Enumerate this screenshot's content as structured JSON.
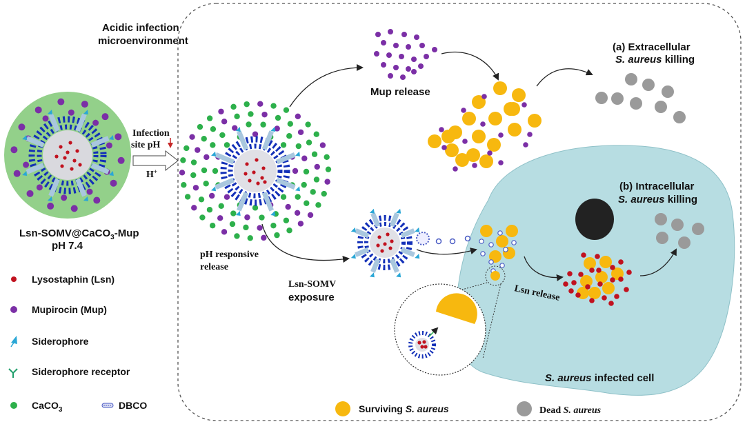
{
  "labels": {
    "acidic_line1": "Acidic infection",
    "acidic_line2": "microenvironment",
    "infection_line1": "Infection",
    "infection_line2": "site pH",
    "hplus": "H",
    "hplus_sup": "+",
    "particle_line1_a": "Lsn-SOMV@CaCO",
    "particle_line1_sub": "3",
    "particle_line1_b": "-Mup",
    "particle_line2": "pH 7.4",
    "mup_release": "Mup release",
    "extracellular_line1": "(a) Extracellular",
    "extracellular_line2_italic": "S. aureus",
    "extracellular_line2_rest": " killing",
    "intracellular_line1": "(b) Intracellular",
    "intracellular_line2_italic": "S. aureus",
    "intracellular_line2_rest": " killing",
    "ph_release_line1": "pH responsive",
    "ph_release_line2": "release",
    "lsn_somv_line1": "Lsn-SOMV",
    "lsn_somv_line2": "exposure",
    "lsn_release": "Lsn release",
    "infected_cell_italic": "S. aureus",
    "infected_cell_rest": " infected cell"
  },
  "legend": {
    "lysostaphin": "Lysostaphin (Lsn)",
    "mupirocin": "Mupirocin (Mup)",
    "siderophore": "Siderophore",
    "siderophore_receptor": "Siderophore receptor",
    "caco3_a": "CaCO",
    "caco3_sub": "3",
    "dbco": "DBCO",
    "surviving_a": "Surviving ",
    "surviving_italic": "S. aureus",
    "dead_a": "Dead ",
    "dead_italic": "S. aureus"
  },
  "colors": {
    "caco3_green": "#2db04b",
    "mupirocin_purple": "#7b2fa6",
    "lysostaphin_red": "#c1121f",
    "membrane_blue": "#1330b8",
    "siderophore_cyan": "#2aa7d6",
    "surviving_yellow": "#f7b80f",
    "dead_gray": "#9a9a9a",
    "cell_fill": "#b7dde2",
    "nucleus": "#222222",
    "particle_shell": "#93d08a",
    "arrow_red": "#c62828"
  }
}
